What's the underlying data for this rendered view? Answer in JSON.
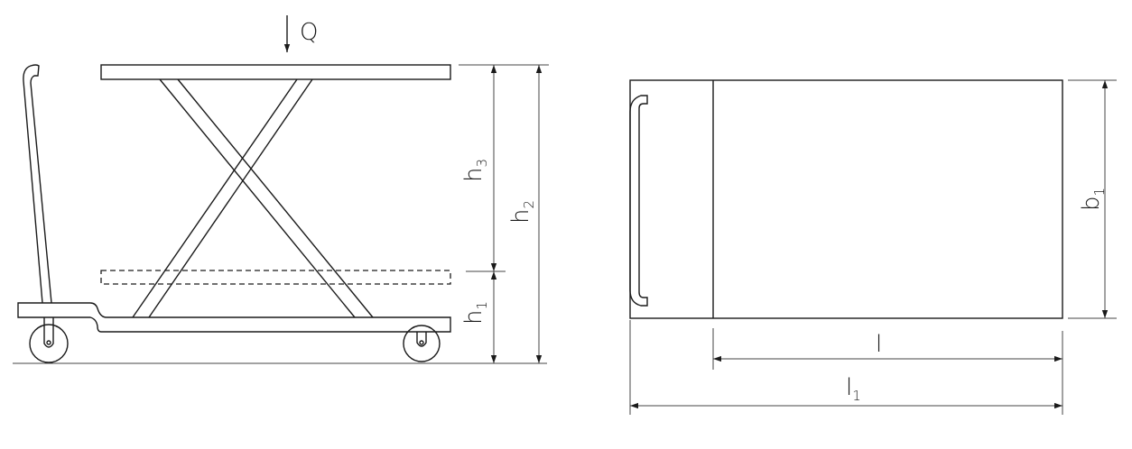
{
  "side_view": {
    "load": {
      "letter": "Q"
    },
    "h1": {
      "letter": "h",
      "sub": "1"
    },
    "h2": {
      "letter": "h",
      "sub": "2"
    },
    "h3": {
      "letter": "h",
      "sub": "3"
    }
  },
  "top_view": {
    "b1": {
      "letter": "b",
      "sub": "1"
    },
    "l": {
      "letter": "l"
    },
    "l1": {
      "letter": "l",
      "sub": "1"
    }
  },
  "colors": {
    "line": "#1a1a1a",
    "background": "#ffffff"
  }
}
